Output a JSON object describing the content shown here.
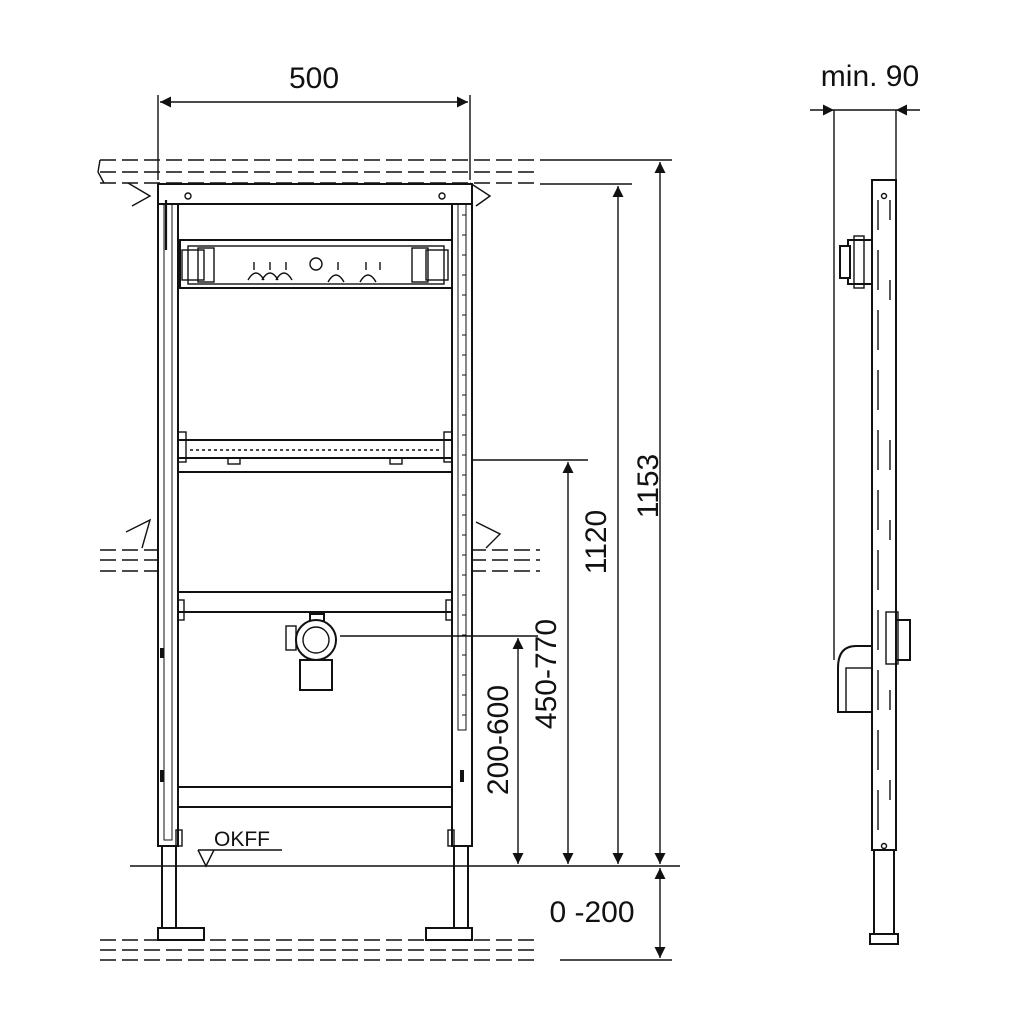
{
  "dimensions": {
    "width": "500",
    "depth": "min. 90",
    "total_height": "1153",
    "frame_height": "1120",
    "upper_connection": "450-770",
    "drain_height": "200-600",
    "floor_adjust": "0 -200"
  },
  "labels": {
    "floor_level": "OKFF"
  }
}
